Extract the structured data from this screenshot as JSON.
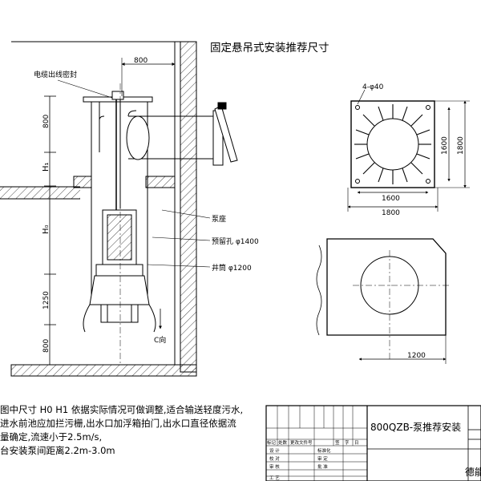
{
  "title": "固定悬吊式安装推荐尺寸",
  "labels": {
    "cable_seal": "电缆出线密封",
    "dim_800_top": "800",
    "dim_800_left": "800",
    "h1": "H₁",
    "h0": "H₀",
    "dim_1250": "1250",
    "dim_800_bottom": "800",
    "pump_base": "泵座",
    "reserved_hole": "预留孔 φ1400",
    "well_tube": "井筒 φ1200",
    "c_direction": "C向"
  },
  "plan_view": {
    "hole_note": "4-φ40",
    "dim_1600_h": "1600",
    "dim_1800_h": "1800",
    "dim_1600_v": "1600",
    "dim_1800_v": "1800"
  },
  "section_view": {
    "dim_1200": "1200"
  },
  "notes": [
    "图中尺寸 H0 H1 依据实际情况可做调整,适合输送轻度污水,",
    "进水前池应加拦污栅,出水口加浮箱拍门,出水口直径依据流",
    "量确定,流速小于2.5m/s,",
    "台安装泵间距离2.2m-3.0m"
  ],
  "title_block": {
    "drawing_title": "800QZB-泵推荐安装",
    "headers": [
      "标记",
      "处数",
      "更改文件号",
      "签",
      "字",
      "日"
    ],
    "rows": [
      "设 计",
      "校 对",
      "审 核",
      "工 艺"
    ],
    "row2_labels": [
      "标准化",
      "审 定",
      "批 准"
    ],
    "company": "德能"
  }
}
